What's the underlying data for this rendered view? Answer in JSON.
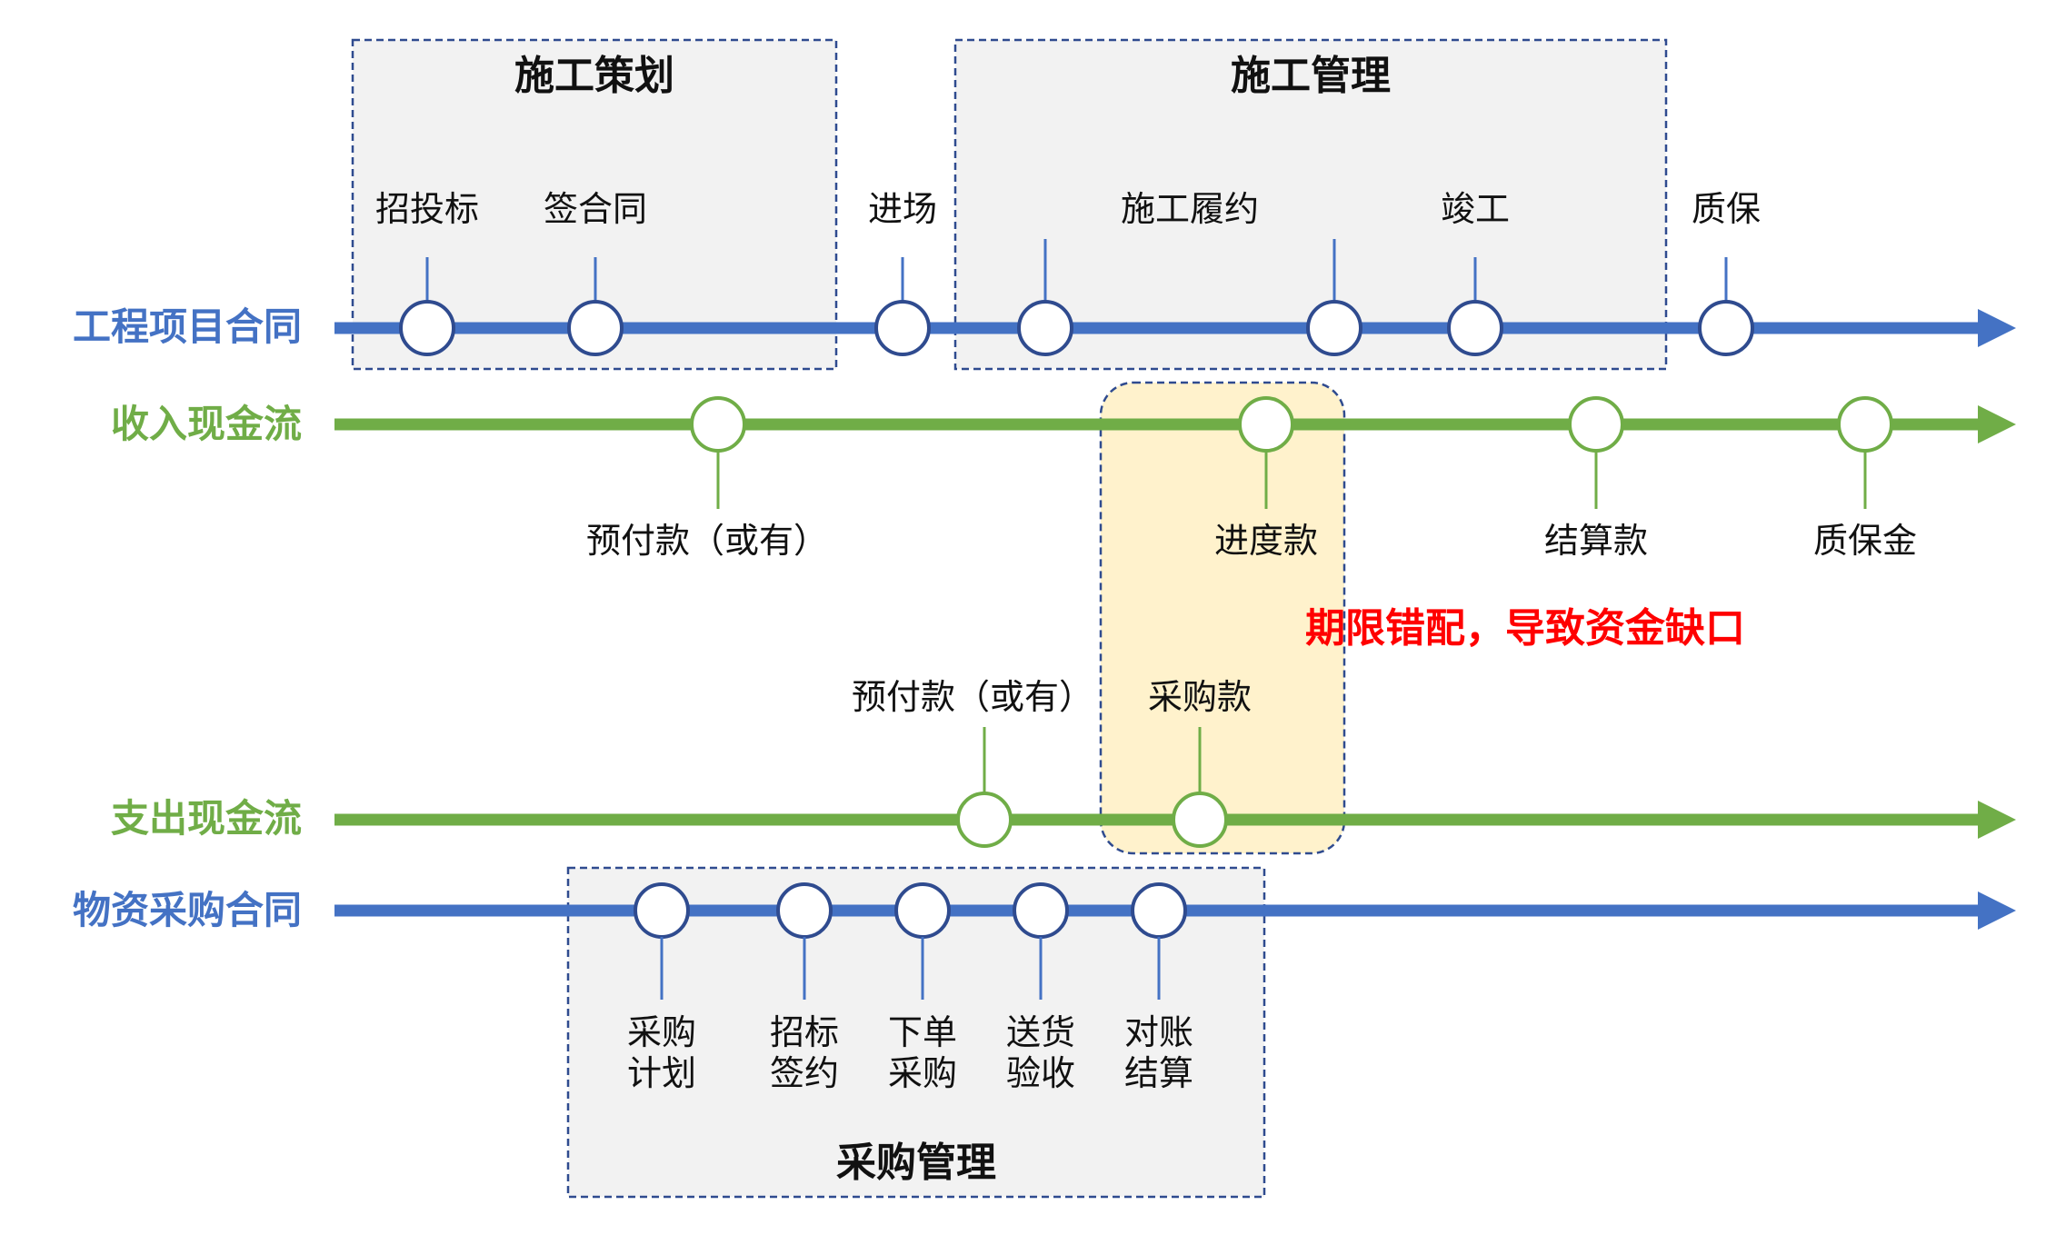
{
  "colors": {
    "blue": "#4472c4",
    "green": "#70ad47",
    "alert": "#ff0000",
    "highlight": "#fff2cc",
    "box": "#f2f2f2"
  },
  "rows": {
    "project_contract": "工程项目合同",
    "income_cashflow": "收入现金流",
    "expense_cashflow": "支出现金流",
    "purchase_contract": "物资采购合同"
  },
  "groups": {
    "construction_planning": "施工策划",
    "construction_management": "施工管理",
    "procurement_management": "采购管理"
  },
  "project_events": [
    "招投标",
    "签合同",
    "进场",
    "施工履约",
    "竣工",
    "质保"
  ],
  "income_events": [
    "预付款（或有）",
    "进度款",
    "结算款",
    "质保金"
  ],
  "expense_events": [
    "预付款（或有）",
    "采购款"
  ],
  "purchase_events": [
    [
      "采购",
      "计划"
    ],
    [
      "招标",
      "签约"
    ],
    [
      "下单",
      "采购"
    ],
    [
      "送货",
      "验收"
    ],
    [
      "对账",
      "结算"
    ]
  ],
  "warning": "期限错配，导致资金缺口"
}
